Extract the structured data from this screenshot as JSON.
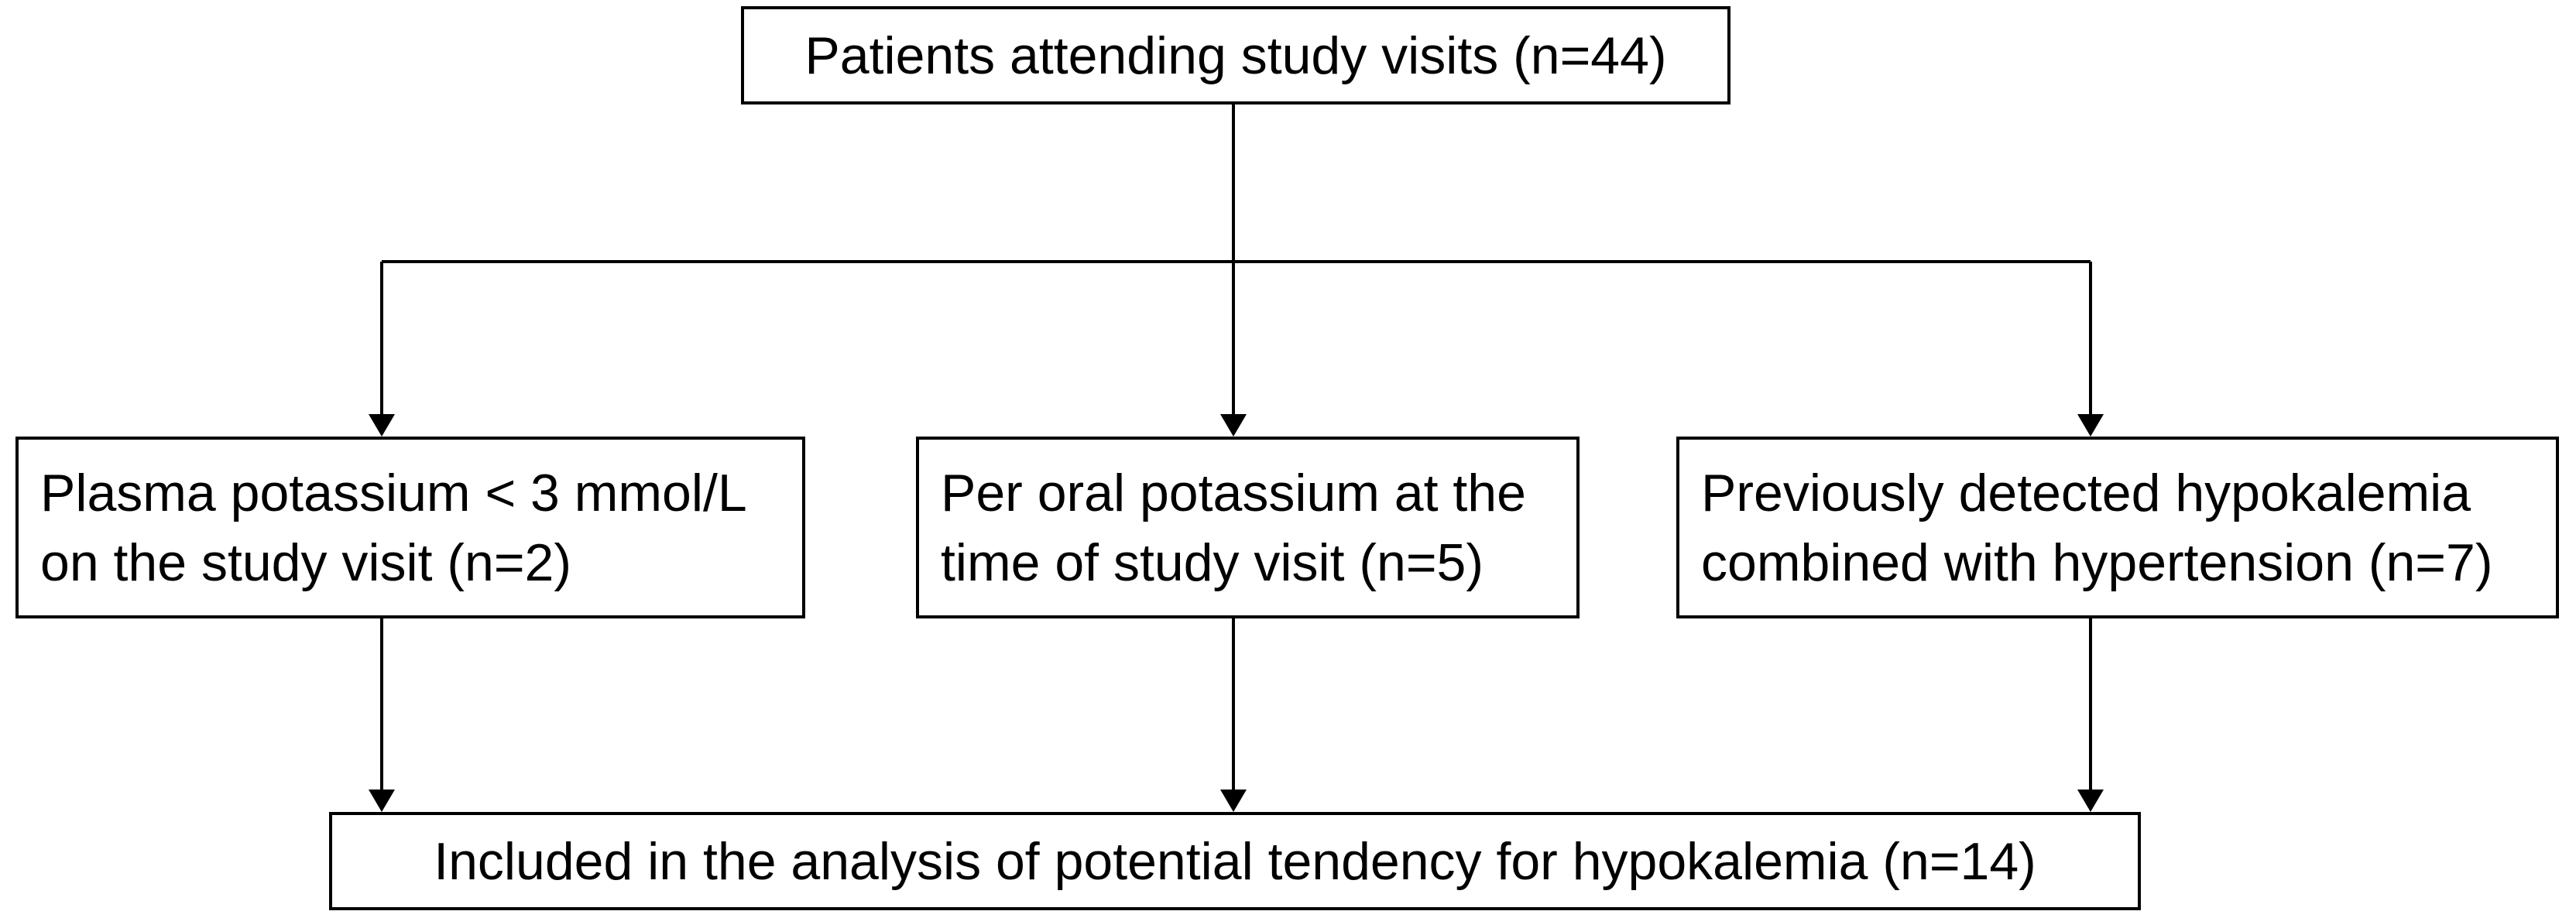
{
  "flowchart": {
    "top": {
      "text": "Patients attending study visits (n=44)"
    },
    "branches": [
      {
        "line1": "Plasma potassium < 3 mmol/L",
        "line2": "on the study visit (n=2)"
      },
      {
        "line1": "Per oral potassium at the",
        "line2": "time of study visit (n=5)"
      },
      {
        "line1": "Previously detected hypokalemia",
        "line2": "combined with hypertension (n=7)"
      }
    ],
    "bottom": {
      "text": "Included in the analysis of potential tendency for hypokalemia (n=14)"
    }
  }
}
